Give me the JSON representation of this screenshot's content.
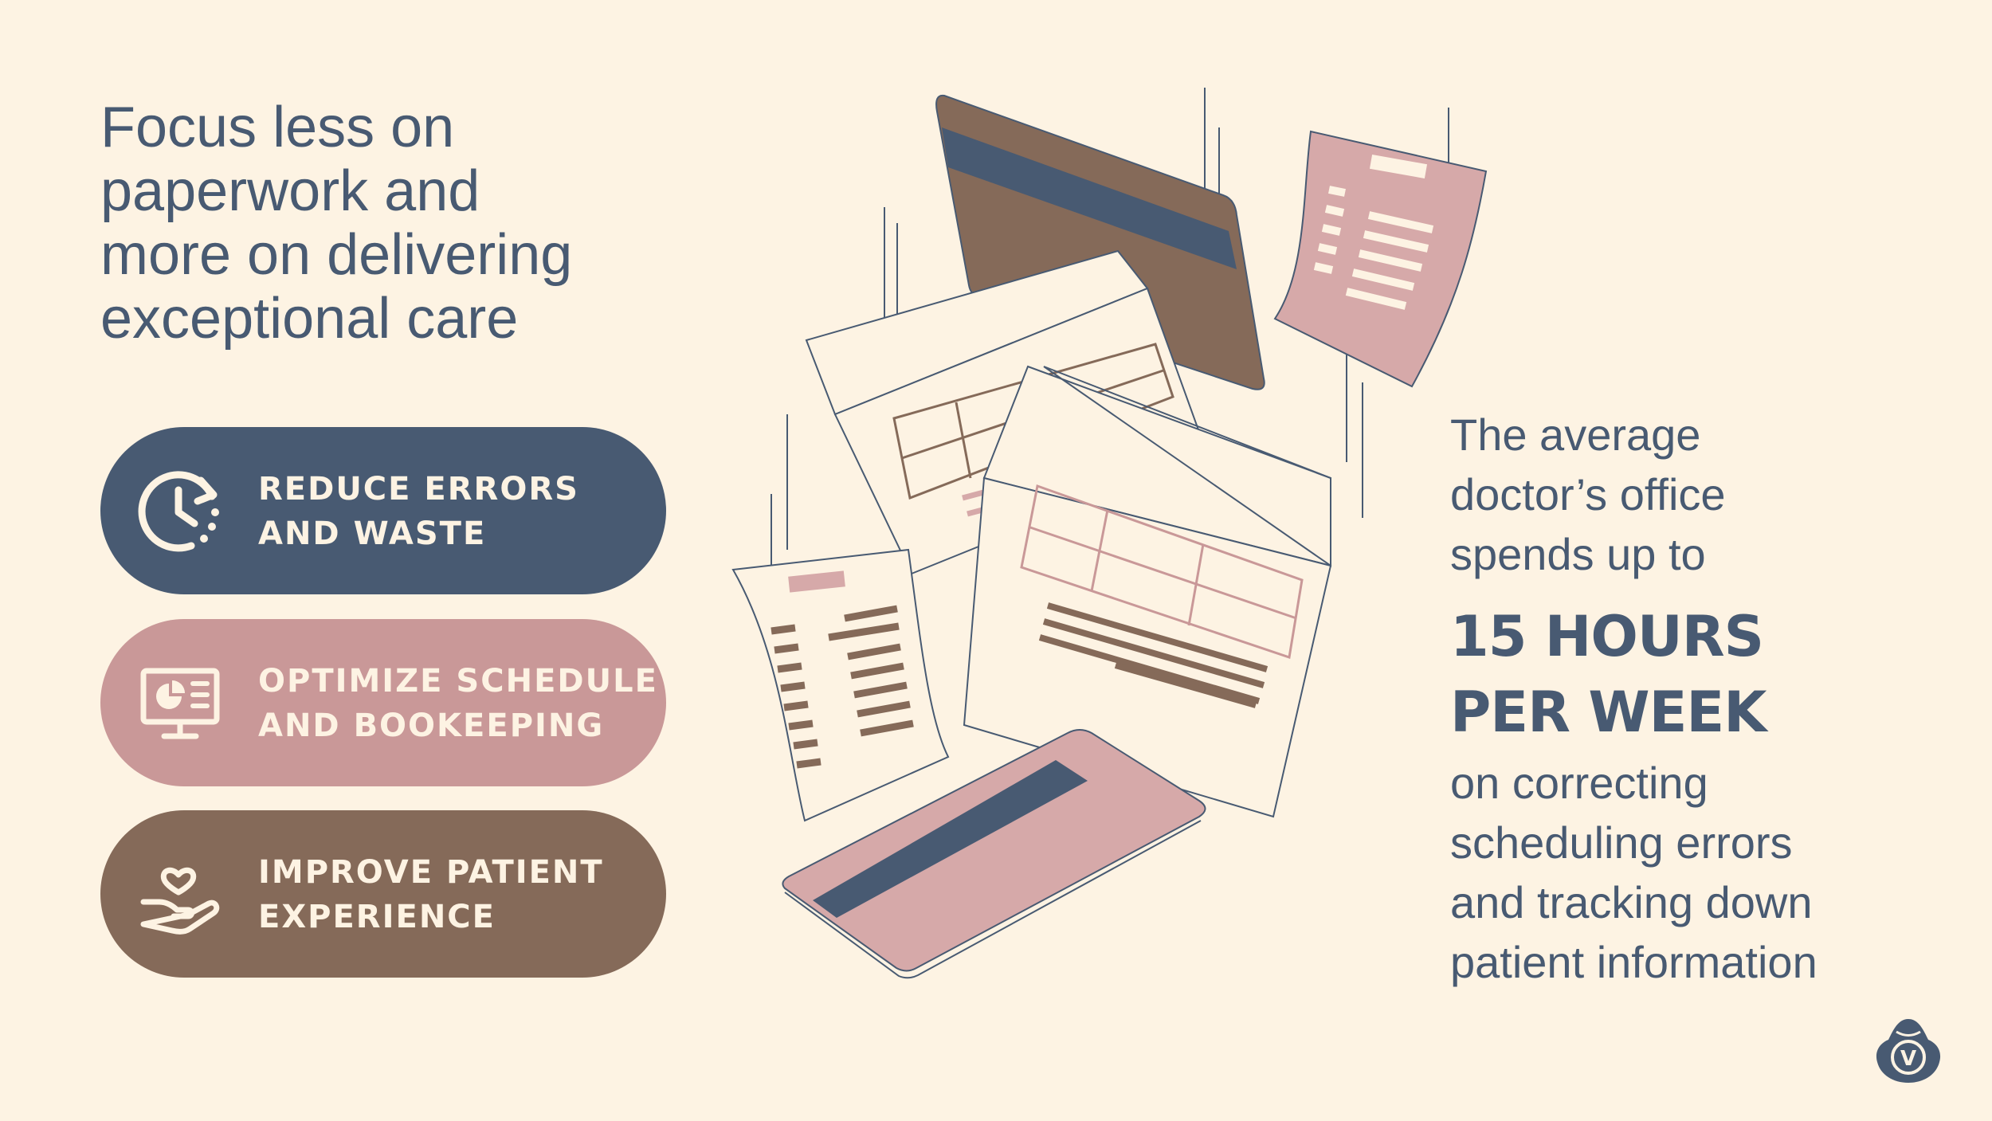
{
  "headline": {
    "lines": [
      "Focus less on",
      "paperwork and",
      "more on delivering",
      "exceptional care"
    ]
  },
  "benefits": [
    {
      "icon": "clock-refresh-icon",
      "lines": [
        "REDUCE ERRORS",
        "AND WASTE"
      ]
    },
    {
      "icon": "monitor-chart-icon",
      "lines": [
        "OPTIMIZE SCHEDULE",
        "AND BOOKEEPING"
      ]
    },
    {
      "icon": "hand-heart-icon",
      "lines": [
        "IMPROVE PATIENT",
        "EXPERIENCE"
      ]
    }
  ],
  "stat": {
    "intro_lines": [
      "The average",
      "doctor’s office",
      "spends up to"
    ],
    "highlight_lines": [
      "15 HOURS",
      "PER WEEK"
    ],
    "detail_lines": [
      "on correcting",
      "scheduling errors",
      "and tracking down",
      "patient information"
    ]
  },
  "colors": {
    "background": "#fdf3e3",
    "navy": "#485a72",
    "rose": "#c99898",
    "brown": "#856a59",
    "light_pink": "#d6a9a9"
  },
  "logo": {
    "letter": "V"
  }
}
